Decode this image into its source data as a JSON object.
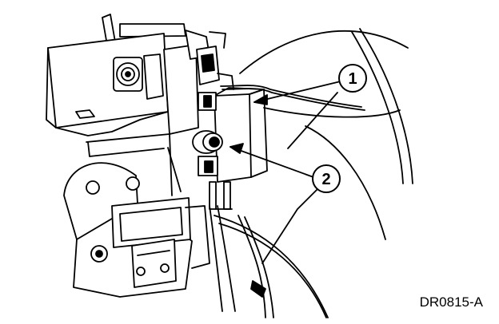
{
  "figure": {
    "id_label": "DR0815-A",
    "ink_color": "#000000",
    "paper_color": "#ffffff"
  },
  "callouts": [
    {
      "number": "1"
    },
    {
      "number": "2"
    }
  ]
}
